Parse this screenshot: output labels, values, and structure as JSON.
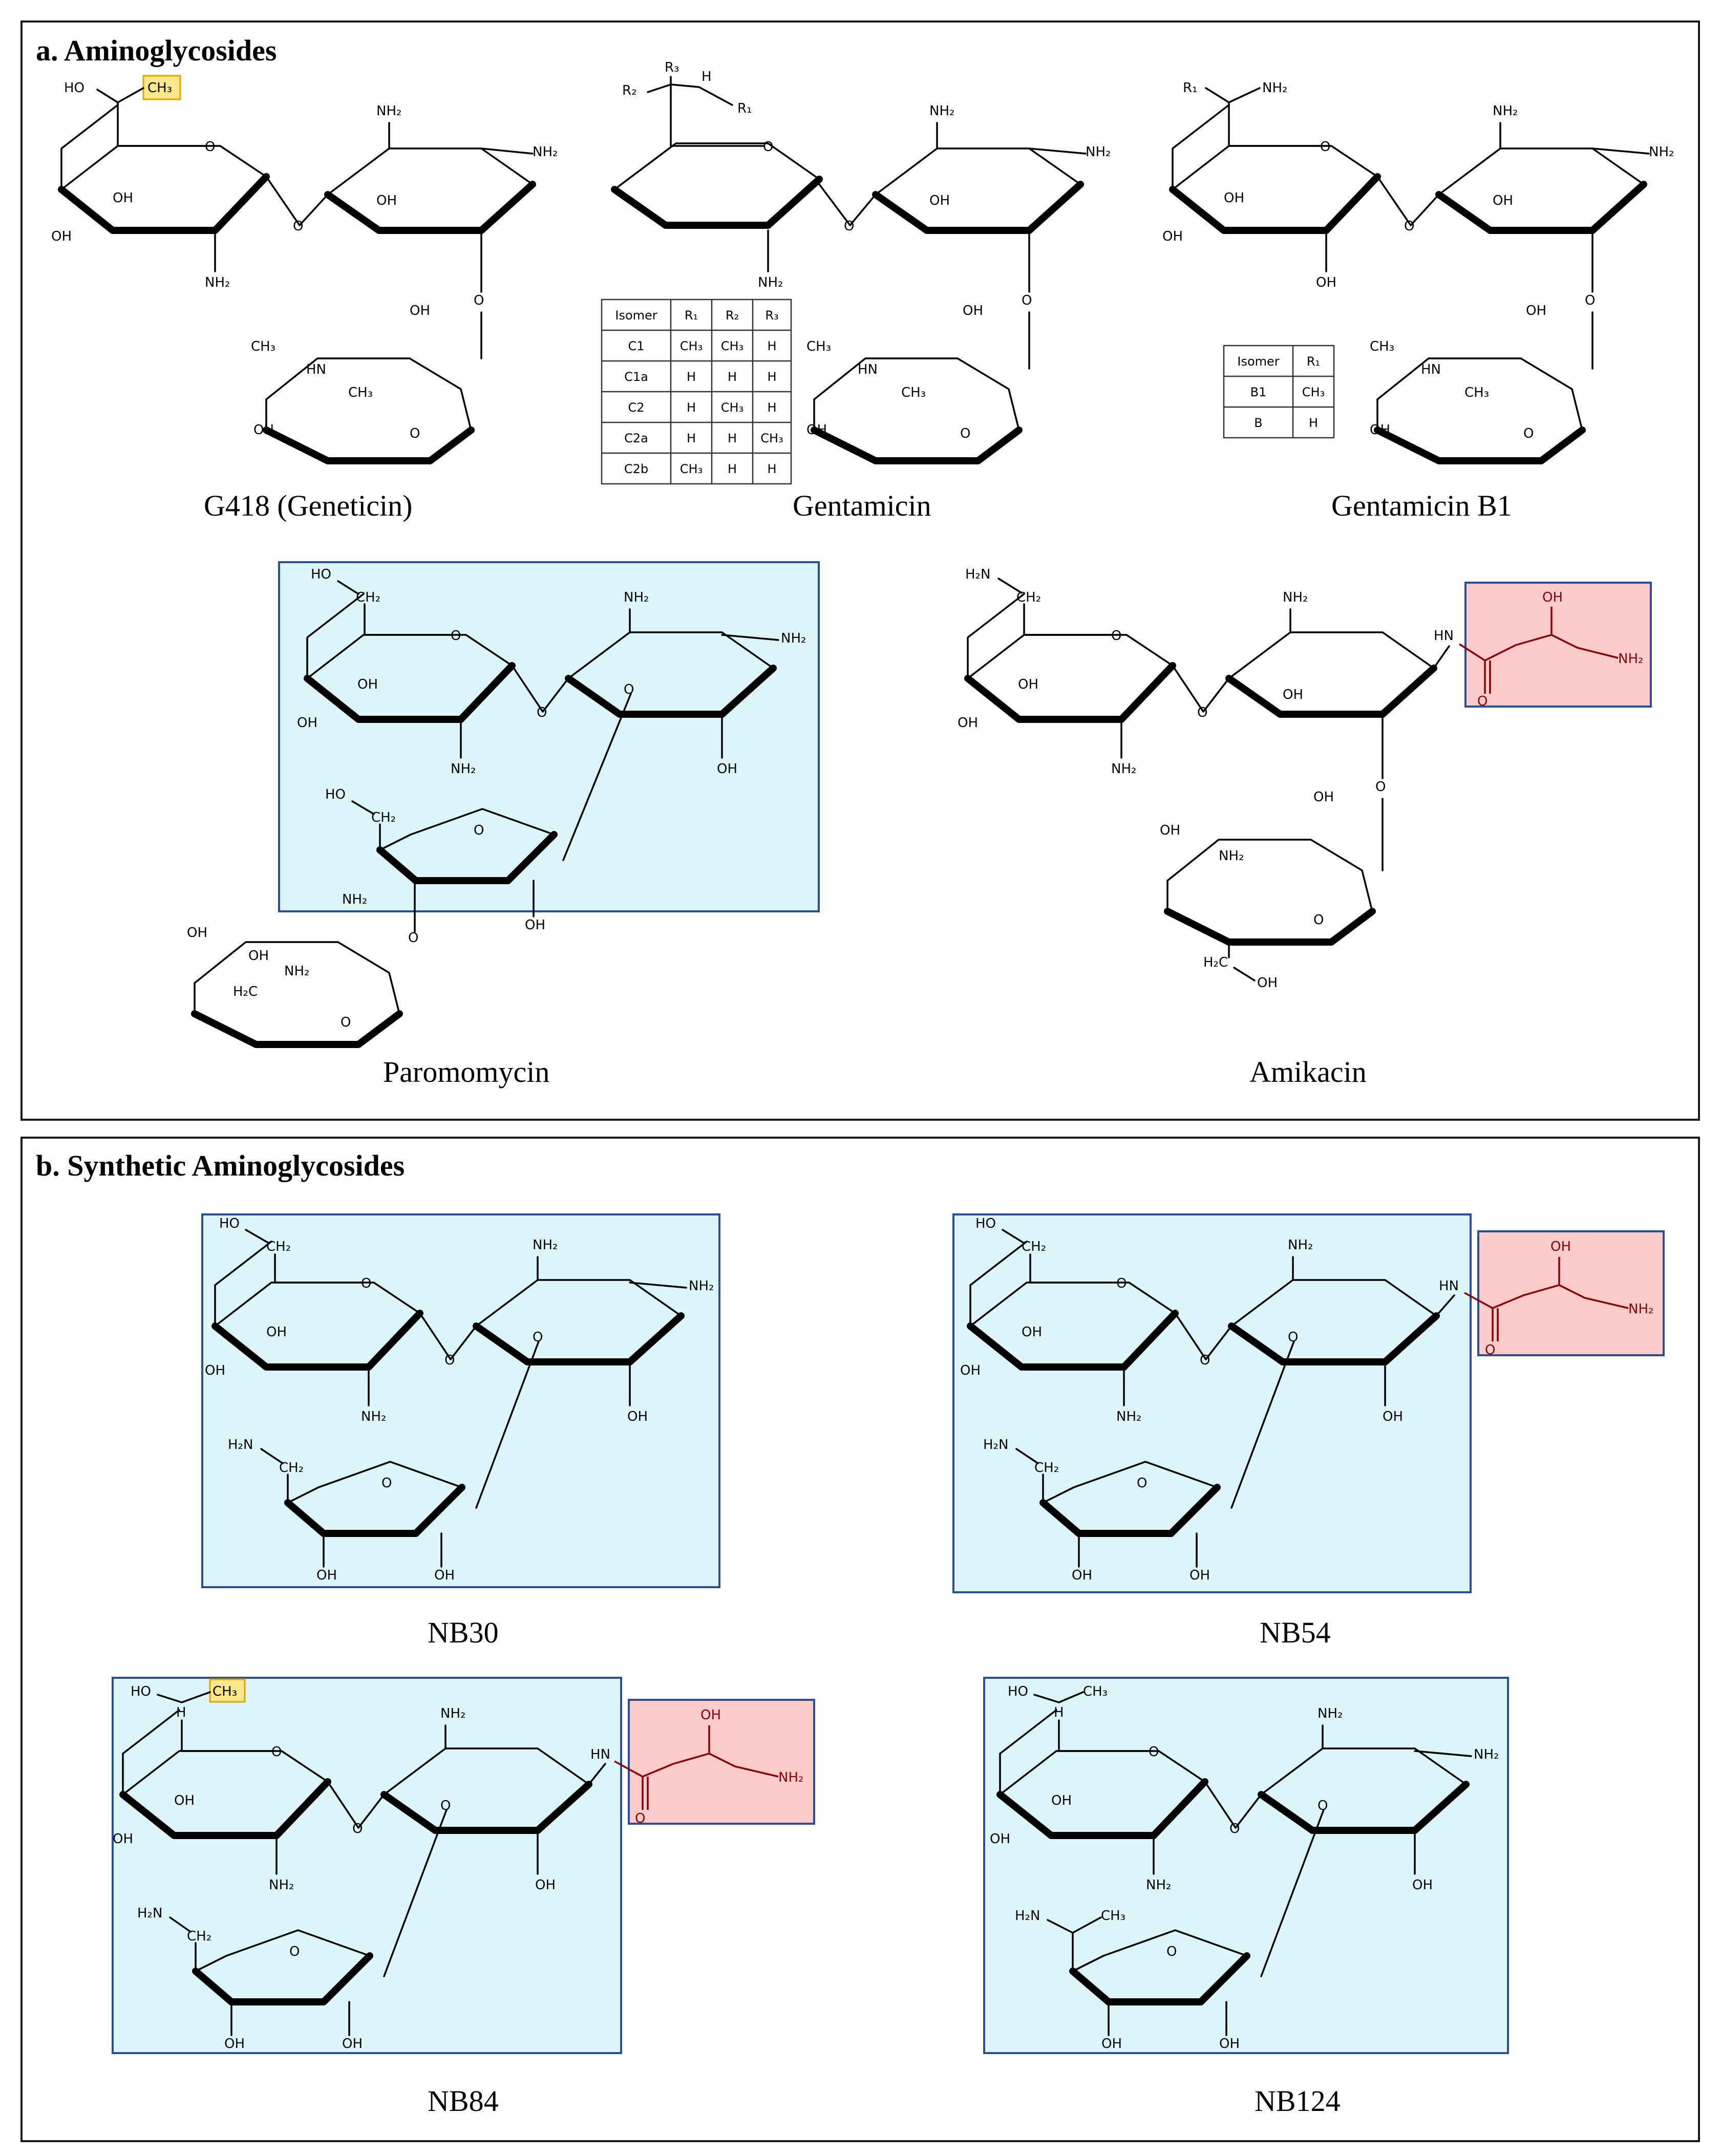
{
  "panels": {
    "a": {
      "heading": "a. Aminoglycosides"
    },
    "b": {
      "heading": "b. Synthetic Aminoglycosides"
    }
  },
  "captions": {
    "g418": "G418 (Geneticin)",
    "gentamicin": "Gentamicin",
    "gentamicin_b1": "Gentamicin B1",
    "paromomycin": "Paromomycin",
    "amikacin": "Amikacin",
    "nb30": "NB30",
    "nb54": "NB54",
    "nb84": "NB84",
    "nb124": "NB124"
  },
  "atoms": {
    "nh2": "NH₂",
    "oh": "OH",
    "o": "O",
    "ch3": "CH₃",
    "ho": "HO",
    "hn": "HN",
    "ho_ch2": "HO",
    "ch2": "CH₂",
    "h2n": "H₂N",
    "h2c": "H₂C",
    "h": "H",
    "r1": "R₁",
    "r2": "R₂",
    "r3": "R₃"
  },
  "gentamicin_table": {
    "headers": [
      "Isomer",
      "R₁",
      "R₂",
      "R₃"
    ],
    "rows": [
      [
        "C1",
        "CH₃",
        "CH₃",
        "H"
      ],
      [
        "C1a",
        "H",
        "H",
        "H"
      ],
      [
        "C2",
        "H",
        "CH₃",
        "H"
      ],
      [
        "C2a",
        "H",
        "H",
        "CH₃"
      ],
      [
        "C2b",
        "CH₃",
        "H",
        "H"
      ]
    ]
  },
  "gentamicin_b1_table": {
    "headers": [
      "Isomer",
      "R₁"
    ],
    "rows": [
      [
        "B1",
        "CH₃"
      ],
      [
        "B",
        "H"
      ]
    ]
  },
  "colors": {
    "blue_box_fill": "#dcf5fb",
    "blue_box_stroke": "#2e4f8f",
    "red_box_fill": "#fbcaca",
    "red_text": "#8b0000",
    "yellow_highlight": "#fbe88a"
  }
}
